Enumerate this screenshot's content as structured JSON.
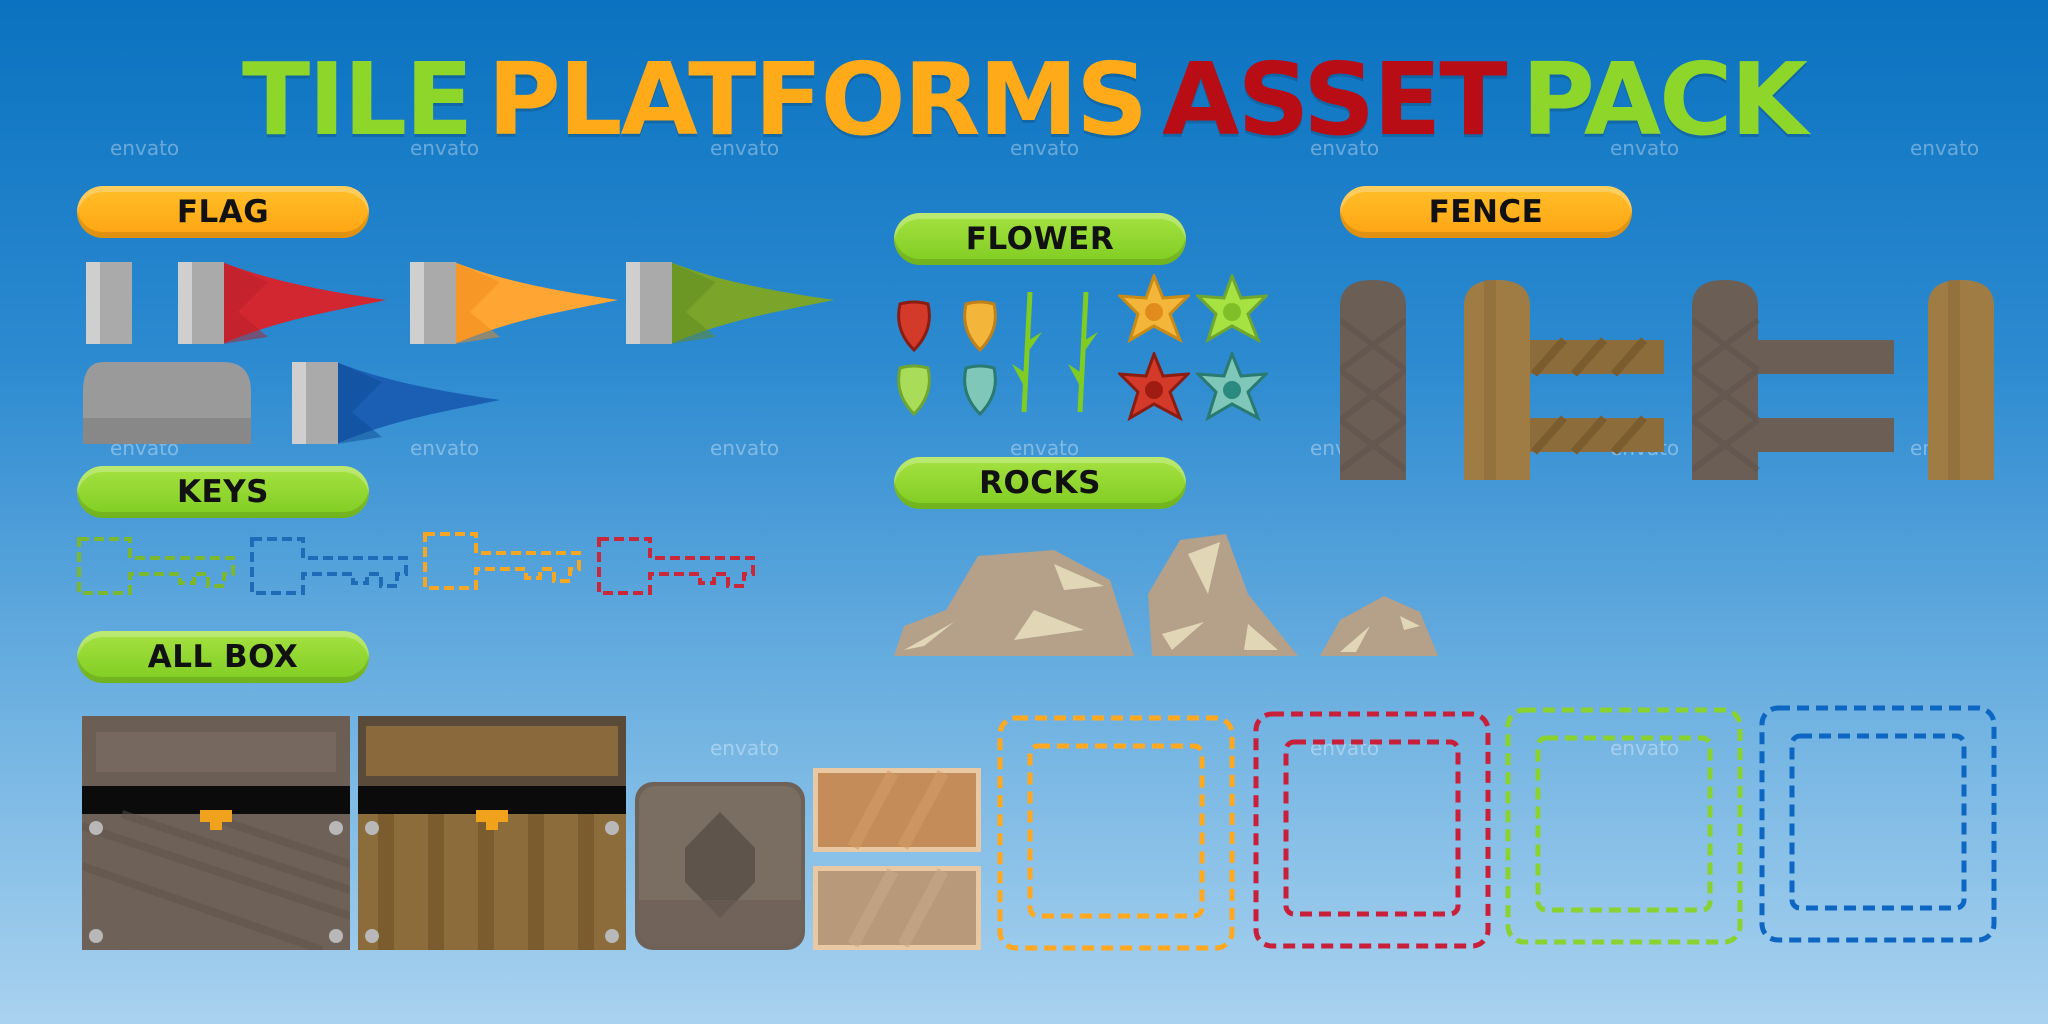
{
  "title": {
    "word1": "TILE",
    "word2": "PLATFORMS",
    "word3": "ASSET",
    "word4": "PACK",
    "color1": "#8fd62b",
    "color2": "#ffaa18",
    "color3": "#b80d14",
    "color4": "#8fd62b"
  },
  "watermark": "envato",
  "sections": {
    "flag": "FLAG",
    "keys": "KEYS",
    "all_box": "ALL BOX",
    "flower": "FLOWER",
    "rocks": "ROCKS",
    "fence": "FENCE"
  },
  "colors": {
    "pill_orange": "#ffaa18",
    "pill_green": "#8fd62b",
    "flag_red": "#d22630",
    "flag_orange": "#ffa533",
    "flag_green": "#7aa52a",
    "flag_blue": "#1a5fb4",
    "key_green": "#7cb82f",
    "key_blue": "#1e6bb8",
    "key_orange": "#f5a623",
    "key_red": "#c8283a",
    "outline_orange": "#ffa820",
    "outline_red": "#c8203a",
    "outline_green": "#8ad22f",
    "outline_blue": "#0d66c2"
  }
}
